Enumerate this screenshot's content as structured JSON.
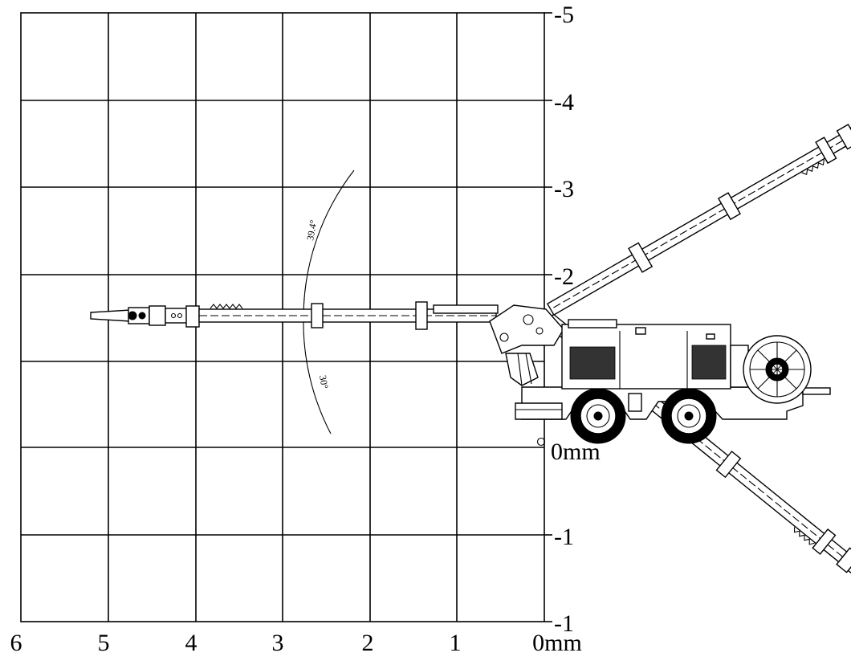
{
  "x_axis": {
    "ticks": [
      "6",
      "5",
      "4",
      "3",
      "2",
      "1",
      "0mm"
    ]
  },
  "y_axis": {
    "ticks": [
      "-5",
      "-4",
      "-3",
      "-2",
      "0mm",
      "-1",
      "-1"
    ]
  },
  "angles": {
    "upper": "39.4°",
    "lower": "30°"
  },
  "booms": [
    {
      "position": "upper",
      "angle_deg": 39.4
    },
    {
      "position": "horizontal",
      "angle_deg": 0
    },
    {
      "position": "lower",
      "angle_deg": -30
    }
  ]
}
